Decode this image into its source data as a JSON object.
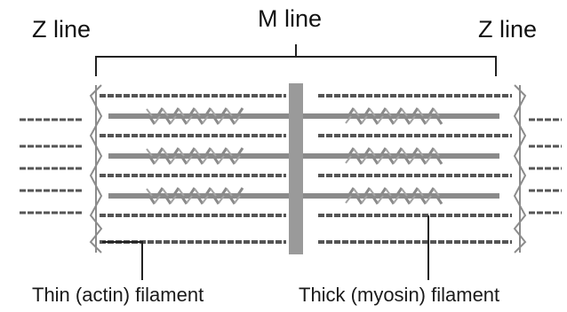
{
  "labels": {
    "z_line_left": "Z line",
    "m_line": "M line",
    "z_line_right": "Z line",
    "thin_filament": "Thin (actin) filament",
    "thick_filament": "Thick (myosin) filament"
  },
  "colors": {
    "text": "#111111",
    "thin_filament": "#555555",
    "thick_filament": "#8a8a8a",
    "m_line": "#9a9a9a",
    "z_line": "#8c8c8c",
    "bracket": "#222222"
  }
}
